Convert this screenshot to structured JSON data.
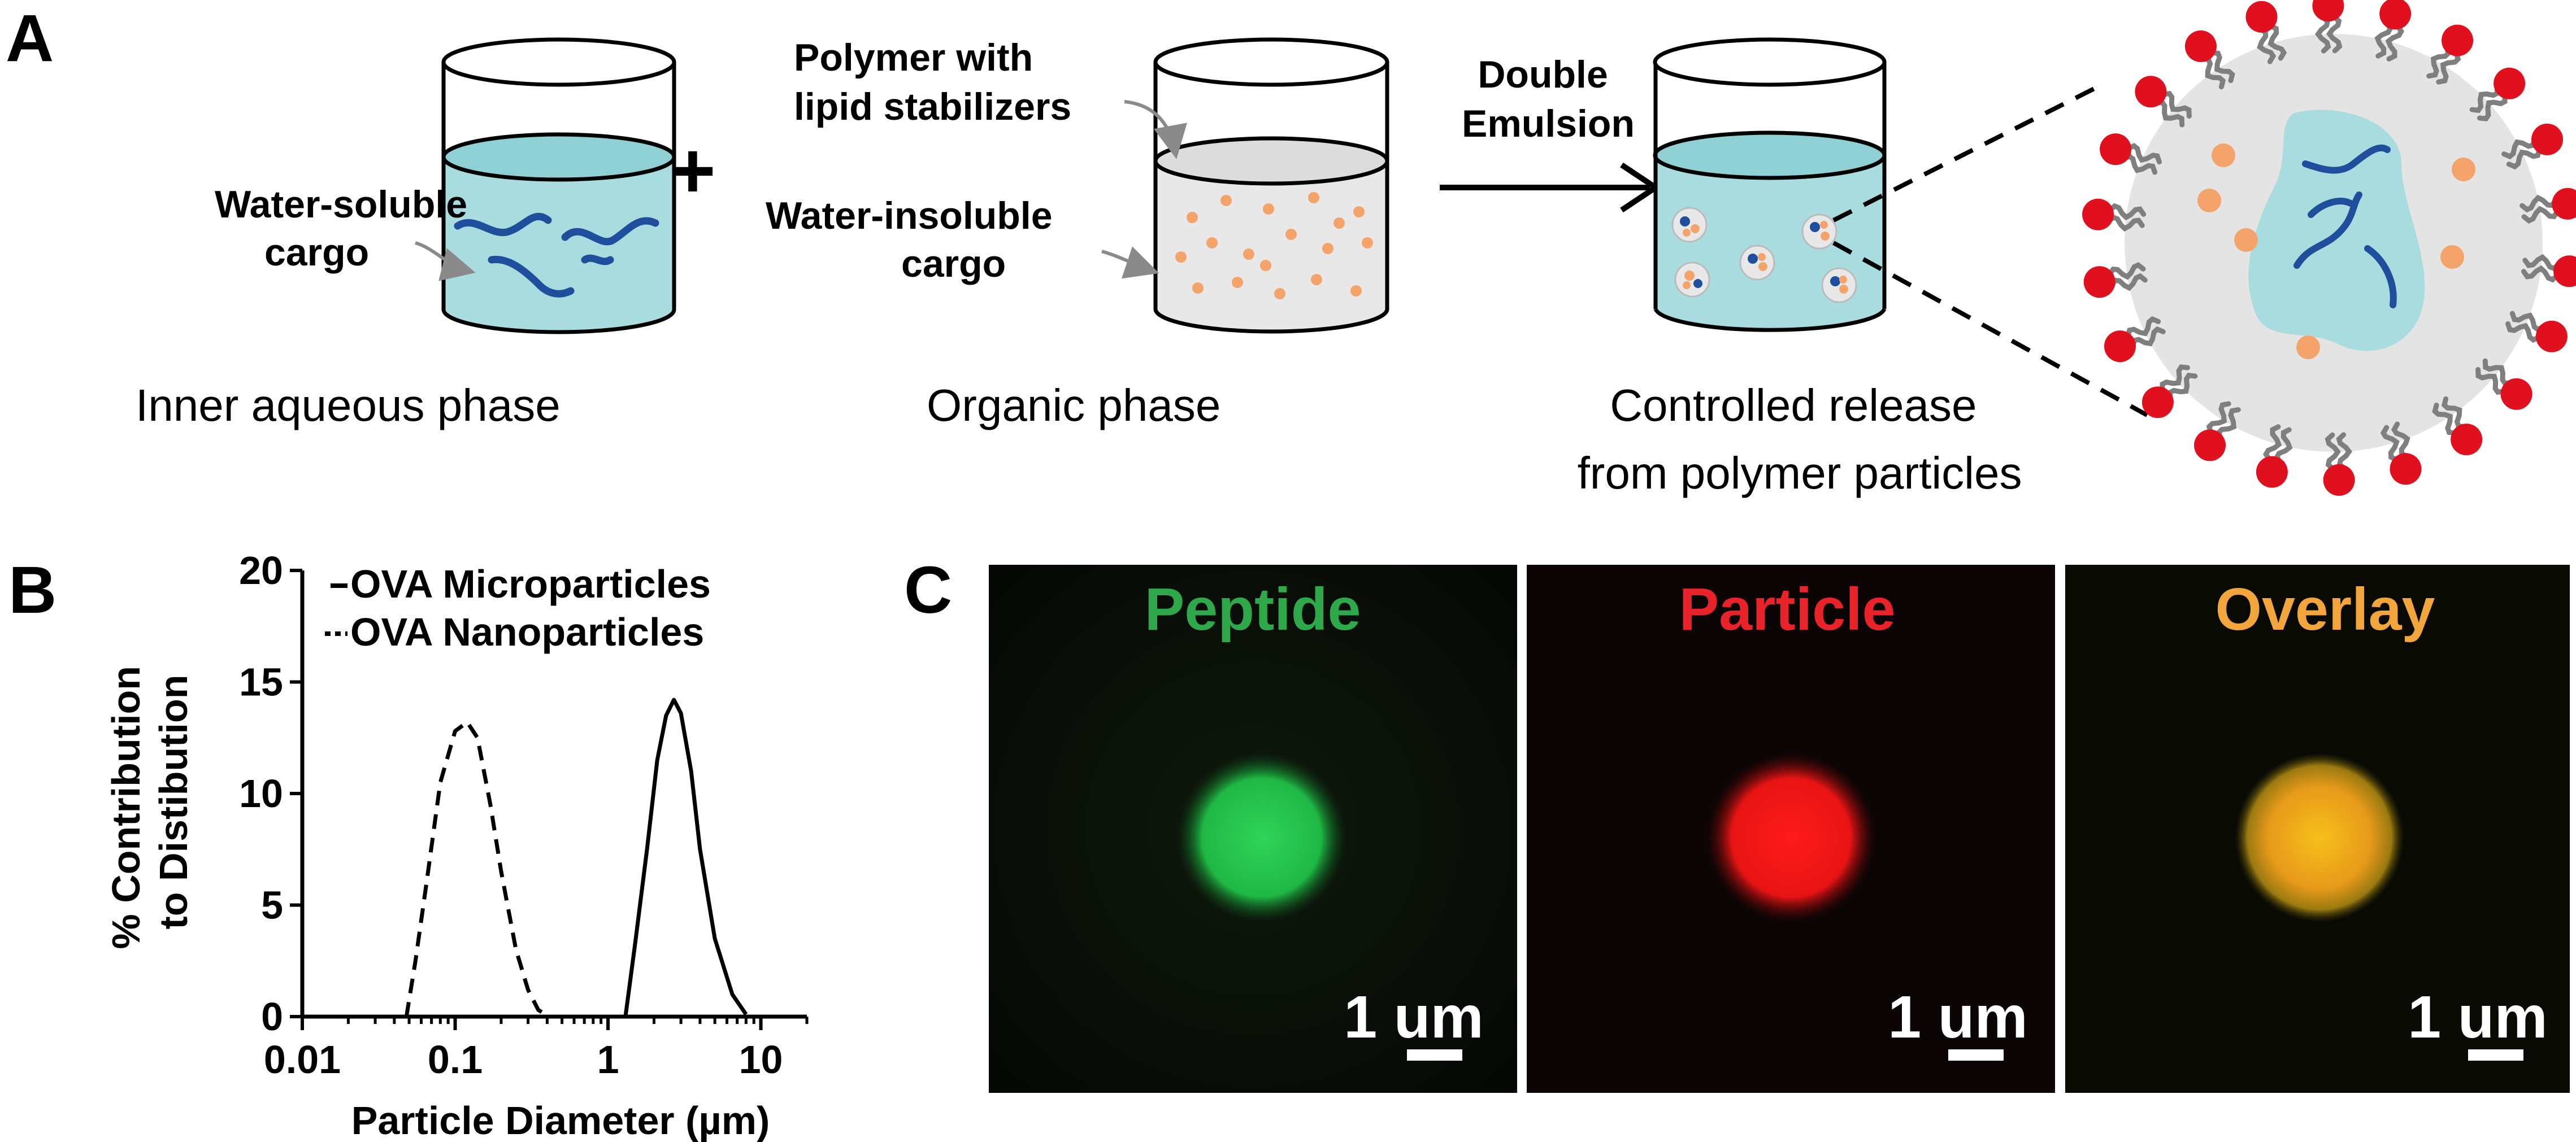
{
  "panels": {
    "a": {
      "letter": "A",
      "plus": "+",
      "water_soluble_label": [
        "Water-soluble",
        "cargo"
      ],
      "polymer_label": [
        "Polymer with",
        "lipid stabilizers"
      ],
      "water_insoluble_label": [
        "Water-insoluble",
        "cargo"
      ],
      "double_emulsion_label": [
        "Double",
        "Emulsion"
      ],
      "captions": {
        "inner": "Inner aqueous phase",
        "organic": "Organic phase",
        "controlled": [
          "Controlled release",
          "from polymer particles"
        ]
      },
      "colors": {
        "aqueous": "#a9dcdf",
        "organic": "#e8e8e8",
        "cargo_strand": "#1f4e9c",
        "insoluble_dot": "#f4a46a",
        "lipid_head": "#e0101e",
        "lipid_tail": "#7f7f7f"
      }
    },
    "b": {
      "letter": "B"
    },
    "c": {
      "letter": "C",
      "images": [
        {
          "label": "Peptide",
          "label_color": "#2ea84a",
          "scale": "1 um"
        },
        {
          "label": "Particle",
          "label_color": "#e8232a",
          "scale": "1 um"
        },
        {
          "label": "Overlay",
          "label_color": "#f2a53b",
          "scale": "1 um"
        }
      ]
    }
  },
  "chart_data": {
    "type": "line",
    "xlabel": "Particle Diameter (µm)",
    "ylabel": [
      "% Contribution",
      "to Distibution"
    ],
    "x_scale": "log",
    "xlim": [
      0.01,
      20
    ],
    "ylim": [
      0,
      20
    ],
    "xticks": [
      "0.01",
      "0.1",
      "1",
      "10"
    ],
    "yticks": [
      "0",
      "5",
      "10",
      "15",
      "20"
    ],
    "legend_position": "top-left",
    "series": [
      {
        "name": "OVA Microparticles",
        "style": "solid",
        "points": [
          [
            1.3,
            0
          ],
          [
            1.5,
            3.2
          ],
          [
            1.8,
            7.5
          ],
          [
            2.1,
            11.5
          ],
          [
            2.4,
            13.5
          ],
          [
            2.7,
            14.2
          ],
          [
            3.0,
            13.6
          ],
          [
            3.5,
            11.0
          ],
          [
            4.0,
            7.5
          ],
          [
            5.0,
            3.5
          ],
          [
            6.5,
            1.0
          ],
          [
            8.0,
            0.1
          ]
        ]
      },
      {
        "name": "OVA Nanoparticles",
        "style": "dashed",
        "points": [
          [
            0.048,
            0
          ],
          [
            0.055,
            2.5
          ],
          [
            0.065,
            6.0
          ],
          [
            0.08,
            10.5
          ],
          [
            0.1,
            12.8
          ],
          [
            0.12,
            13.2
          ],
          [
            0.14,
            12.5
          ],
          [
            0.17,
            9.5
          ],
          [
            0.2,
            6.5
          ],
          [
            0.25,
            3.0
          ],
          [
            0.3,
            1.2
          ],
          [
            0.35,
            0.3
          ],
          [
            0.4,
            0.05
          ]
        ]
      }
    ]
  }
}
